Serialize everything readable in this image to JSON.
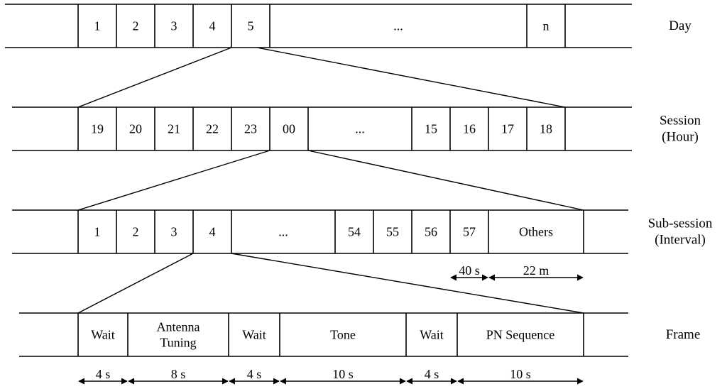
{
  "rows": {
    "day": {
      "label_lines": [
        "Day"
      ],
      "cells": [
        "1",
        "2",
        "3",
        "4",
        "5",
        "...",
        "n"
      ]
    },
    "session": {
      "label_lines": [
        "Session",
        "(Hour)"
      ],
      "cells": [
        "19",
        "20",
        "21",
        "22",
        "23",
        "00",
        "...",
        "15",
        "16",
        "17",
        "18"
      ]
    },
    "subsession": {
      "label_lines": [
        "Sub-session",
        "(Interval)"
      ],
      "cells": [
        "1",
        "2",
        "3",
        "4",
        "...",
        "54",
        "55",
        "56",
        "57",
        "Others"
      ]
    },
    "frame": {
      "label_lines": [
        "Frame"
      ],
      "cells": [
        [
          "Wait"
        ],
        [
          "Antenna",
          "Tuning"
        ],
        [
          "Wait"
        ],
        [
          "Tone"
        ],
        [
          "Wait"
        ],
        [
          "PN Sequence"
        ]
      ]
    }
  },
  "subsession_durations": [
    "40 s",
    "22 m"
  ],
  "frame_durations": [
    "4 s",
    "8 s",
    "4 s",
    "10 s",
    "4 s",
    "10 s"
  ],
  "colors": {
    "line": "#000000",
    "background": "#ffffff"
  }
}
